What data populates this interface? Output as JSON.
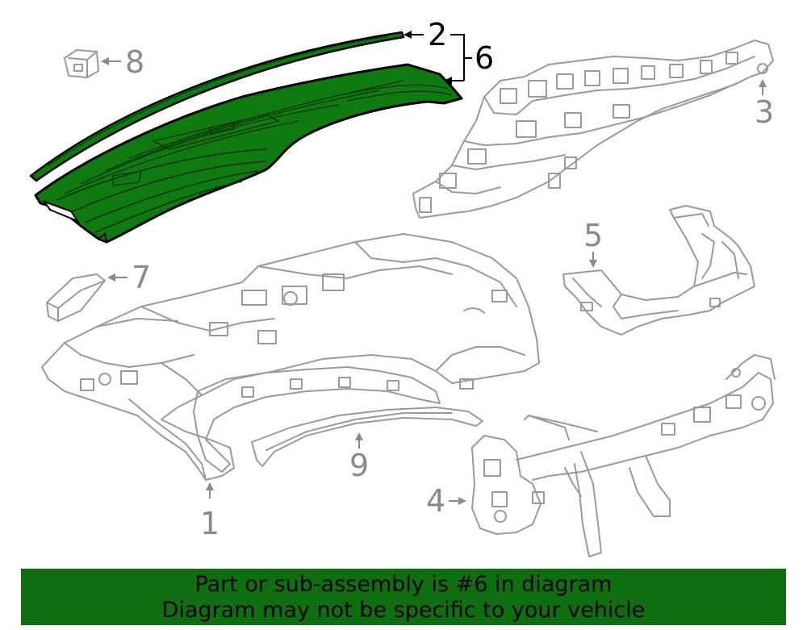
{
  "callouts": {
    "c1": "1",
    "c2": "2",
    "c3": "3",
    "c4": "4",
    "c5": "5",
    "c6": "6",
    "c7": "7",
    "c8": "8",
    "c9": "9"
  },
  "highlight": {
    "part_number": "6",
    "color": "#0f7a0f"
  },
  "banner": {
    "line1": "Part or sub-assembly is #6 in diagram",
    "line2": "Diagram may not be specific to your vehicle",
    "background": "#0f6e0f"
  }
}
